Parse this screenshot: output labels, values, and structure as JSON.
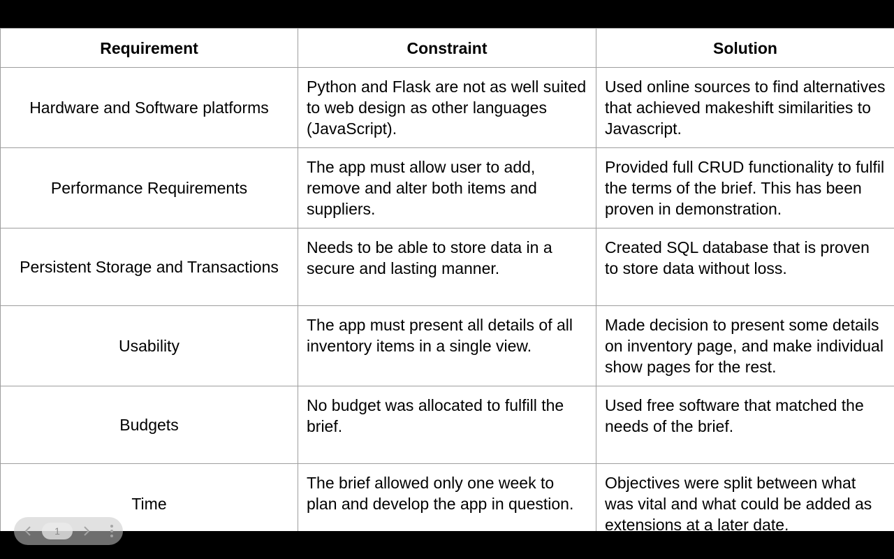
{
  "table": {
    "headers": [
      "Requirement",
      "Constraint",
      "Solution"
    ],
    "rows": [
      {
        "requirement": "Hardware and Software platforms",
        "constraint": "Python and Flask are not as well suited to web design as other languages (JavaScript).",
        "solution": "Used online sources to find alternatives that achieved makeshift similarities to Javascript."
      },
      {
        "requirement": "Performance Requirements",
        "constraint": "The app must allow user to add, remove and alter both items and suppliers.",
        "solution": "Provided full CRUD functionality to fulfil the terms of the brief. This has been proven in demonstration."
      },
      {
        "requirement": "Persistent Storage and Transactions",
        "constraint": "Needs to be able to store data in a secure and lasting manner.",
        "solution": "Created SQL database that is proven to store data without loss."
      },
      {
        "requirement": "Usability",
        "constraint": "The app must present all details of all inventory items in a single view.",
        "solution": "Made decision to present some details on inventory page, and make individual show pages for the rest."
      },
      {
        "requirement": "Budgets",
        "constraint": "No budget was allocated to fulfill the brief.",
        "solution": "Used free software that matched the needs of the brief."
      },
      {
        "requirement": "Time",
        "constraint": "The brief allowed only one week to plan and develop the app in question.",
        "solution": "Objectives were split between what was vital and what could be added as extensions at a later date."
      }
    ]
  },
  "navigator": {
    "page": "1",
    "prev_icon": "chevron-left-icon",
    "next_icon": "chevron-right-icon",
    "more_icon": "more-vertical-icon"
  }
}
